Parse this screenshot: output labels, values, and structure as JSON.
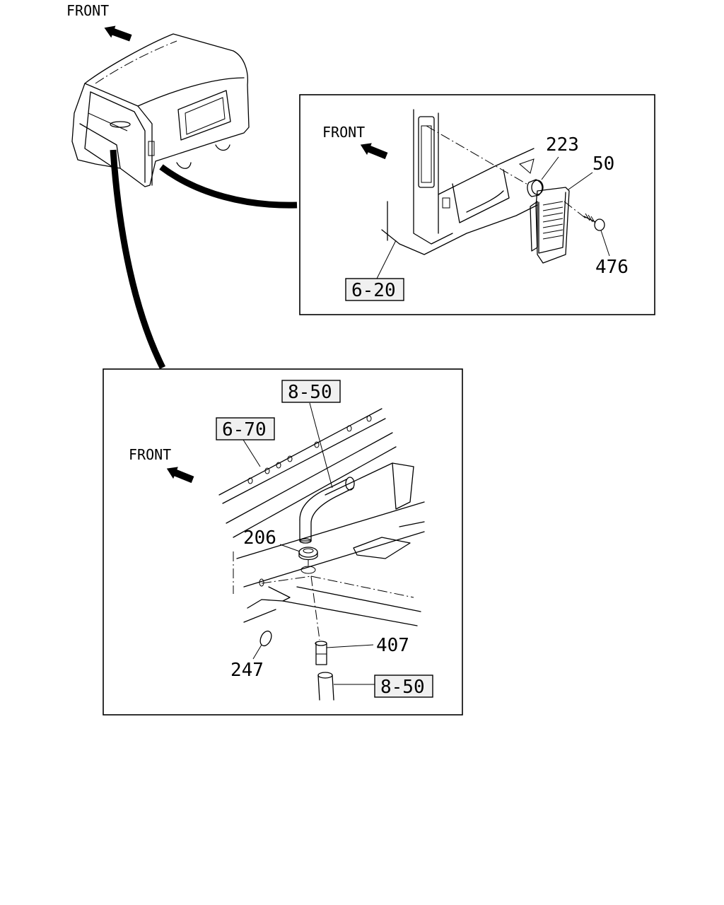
{
  "front_labels": [
    "FRONT",
    "FRONT",
    "FRONT"
  ],
  "part_numbers": {
    "p223": "223",
    "p50": "50",
    "p476": "476",
    "p206": "206",
    "p407": "407",
    "p247": "247"
  },
  "reference_boxes": {
    "ref_6_20": "6-20",
    "ref_8_50_top": "8-50",
    "ref_6_70": "6-70",
    "ref_8_50_bottom": "8-50"
  }
}
